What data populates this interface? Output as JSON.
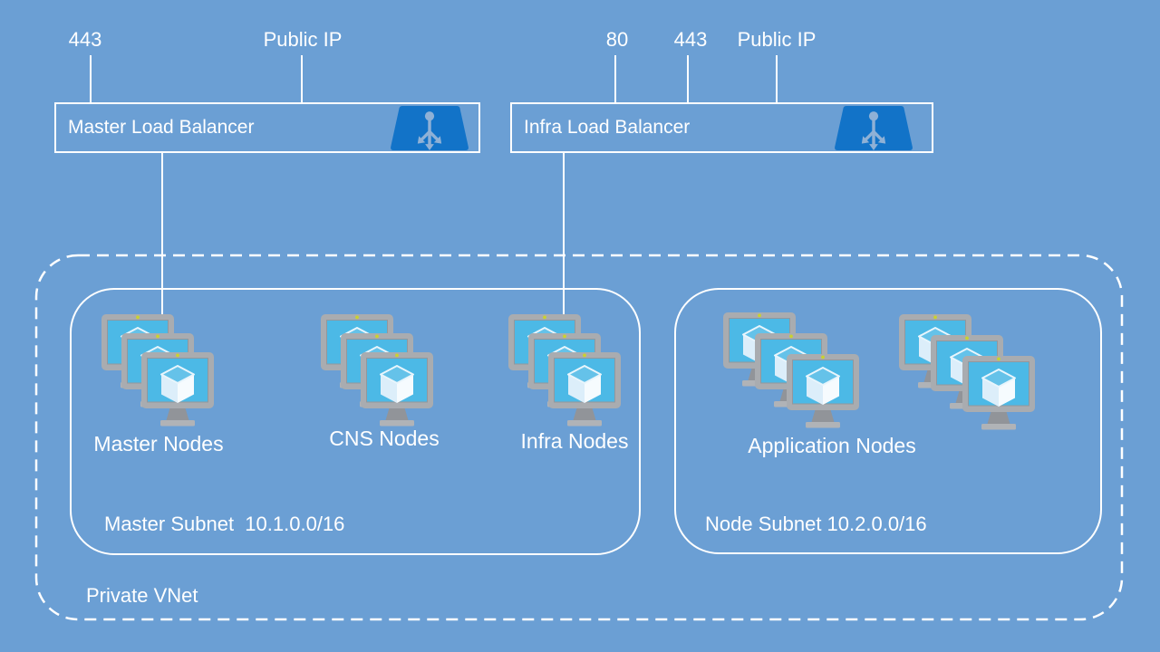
{
  "colors": {
    "background": "#6b9fd4",
    "outline": "#ffffff",
    "text": "#ffffff",
    "lb_icon_fill": "#1273c8",
    "lb_icon_glyph": "#8fb1d6",
    "vm_screen": "#4cb9e6",
    "vm_frame": "#a9acb0",
    "vm_cube": "#e8f5fc",
    "vm_power_dot": "#c9d22f"
  },
  "load_balancers": {
    "master": {
      "label": "Master Load Balancer",
      "ports": [
        "443"
      ],
      "public_ip": "Public IP"
    },
    "infra": {
      "label": "Infra Load Balancer",
      "ports": [
        "80",
        "443"
      ],
      "public_ip": "Public IP"
    }
  },
  "vnet": {
    "label": "Private VNet",
    "subnets": {
      "master": {
        "label": "Master Subnet  10.1.0.0/16",
        "node_groups": [
          "Master Nodes",
          "CNS Nodes",
          "Infra Nodes"
        ]
      },
      "node": {
        "label": "Node Subnet 10.2.0.0/16",
        "node_groups": [
          "Application Nodes"
        ]
      }
    }
  },
  "connections": [
    {
      "from": "Master Load Balancer",
      "to": "Master Nodes"
    },
    {
      "from": "Infra Load Balancer",
      "to": "Infra Nodes"
    }
  ],
  "icons": {
    "load_balancer": "load-balancer-icon",
    "virtual_machine": "vm-monitor-icon"
  }
}
